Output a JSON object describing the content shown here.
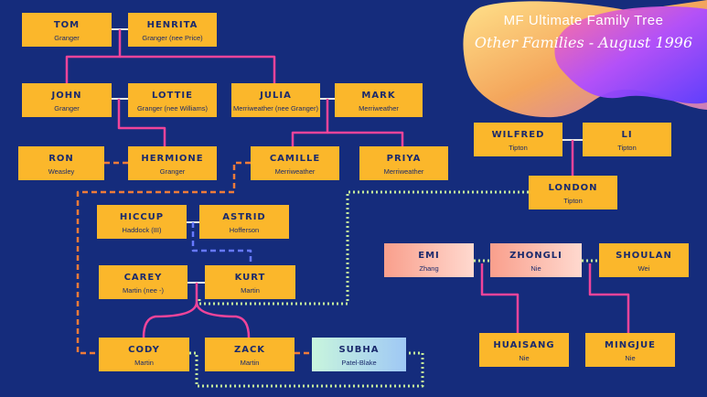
{
  "header": {
    "title": "MF Ultimate Family Tree",
    "subtitle": "Other Families - August 1996"
  },
  "colors": {
    "background": "#152c7c",
    "box": "#fbb72b",
    "marriage_line": "#e6e6e6",
    "child_line": "#f0449a",
    "dashed_orange": "#f07b39",
    "dotted_green": "#c4ed9b",
    "dashed_blue": "#6678ff"
  },
  "people": {
    "tom": {
      "name": "TOM",
      "surname": "Granger"
    },
    "henrita": {
      "name": "HENRITA",
      "surname": "Granger (nee Price)"
    },
    "john": {
      "name": "JOHN",
      "surname": "Granger"
    },
    "lottie": {
      "name": "LOTTIE",
      "surname": "Granger (nee Williams)"
    },
    "julia": {
      "name": "JULIA",
      "surname": "Merriweather (nee Granger)"
    },
    "mark": {
      "name": "MARK",
      "surname": "Merriweather"
    },
    "ron": {
      "name": "RON",
      "surname": "Weasley"
    },
    "hermione": {
      "name": "HERMIONE",
      "surname": "Granger"
    },
    "camille": {
      "name": "CAMILLE",
      "surname": "Merriweather"
    },
    "priya": {
      "name": "PRIYA",
      "surname": "Merriweather"
    },
    "wilfred": {
      "name": "WILFRED",
      "surname": "Tipton"
    },
    "li": {
      "name": "LI",
      "surname": "Tipton"
    },
    "london": {
      "name": "LONDON",
      "surname": "Tipton"
    },
    "hiccup": {
      "name": "HICCUP",
      "surname": "Haddock (III)"
    },
    "astrid": {
      "name": "ASTRID",
      "surname": "Hofferson"
    },
    "emi": {
      "name": "EMI",
      "surname": "Zhang"
    },
    "zhongli": {
      "name": "ZHONGLI",
      "surname": "Nie"
    },
    "shoulan": {
      "name": "SHOULAN",
      "surname": "Wei"
    },
    "carey": {
      "name": "CAREY",
      "surname": "Martin (nee -)"
    },
    "kurt": {
      "name": "KURT",
      "surname": "Martin"
    },
    "cody": {
      "name": "CODY",
      "surname": "Martin"
    },
    "zack": {
      "name": "ZACK",
      "surname": "Martin"
    },
    "subha": {
      "name": "SUBHA",
      "surname": "Patel-Blake"
    },
    "huaisang": {
      "name": "HUAISANG",
      "surname": "Nie"
    },
    "mingjue": {
      "name": "MINGJUE",
      "surname": "Nie"
    }
  }
}
